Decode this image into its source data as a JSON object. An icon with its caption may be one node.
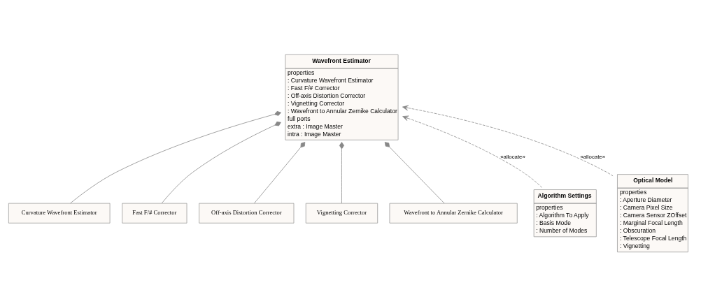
{
  "diagram": {
    "nodes": [
      {
        "text": [
          "Wavefront Estimator",
          "properties",
          ": Curvature Wavefront Estimator",
          ": Fast F/# Corrector",
          ": Off-axis Distortion Corrector",
          ": Vignetting Corrector",
          ": Wavefront to Annular Zernike Calculator",
          "full ports",
          "extra : Image Master",
          "intra : Image Master"
        ]
      },
      {
        "text": [
          "Curvature Wavefront Estimator"
        ]
      },
      {
        "text": [
          "Fast F/# Corrector"
        ]
      },
      {
        "text": [
          "Off-axis Distortion Corrector"
        ]
      },
      {
        "text": [
          "Vignetting Corrector"
        ]
      },
      {
        "text": [
          "Wavefront to Annular Zernike Calculator"
        ]
      },
      {
        "text": [
          "Algorithm Settings",
          "properties",
          ": Algorithm To Apply",
          ": Basis Mode",
          ": Number of Modes"
        ]
      },
      {
        "text": [
          "Optical Model",
          "properties",
          ": Aperture Diameter",
          ": Camera Pixel Size",
          ": Camera Sensor ZOffset",
          ": Marginal Focal Length",
          ": Obscuration",
          ": Telescope Focal Length",
          ": Vignetting"
        ]
      }
    ],
    "edges": [
      {
        "from": 0,
        "to": 1,
        "arrow": "other"
      },
      {
        "from": 0,
        "to": 2,
        "arrow": "other"
      },
      {
        "from": 0,
        "to": 3,
        "arrow": "other"
      },
      {
        "from": 0,
        "to": 4,
        "arrow": "other"
      },
      {
        "from": 0,
        "to": 5,
        "arrow": "other"
      },
      {
        "from": 6,
        "to": 0,
        "arrow": "to",
        "label": "«allocate»",
        "style": "dashed"
      },
      {
        "from": 7,
        "to": 0,
        "arrow": "to",
        "label": "«allocate»",
        "style": "dashed"
      }
    ]
  }
}
